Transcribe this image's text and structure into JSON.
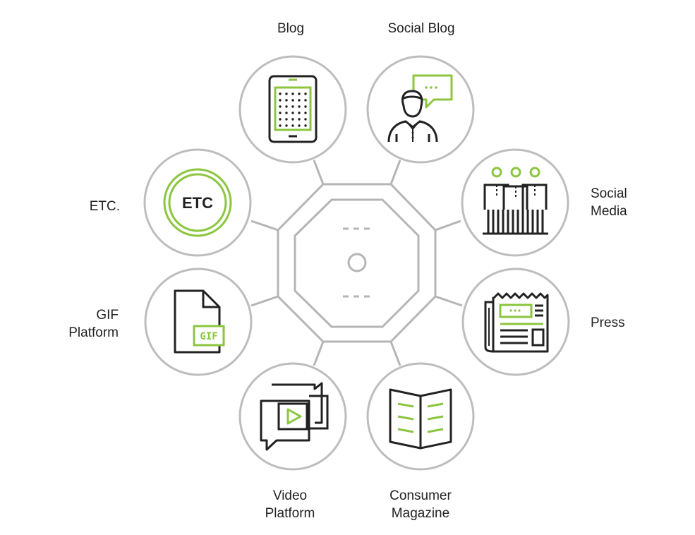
{
  "colors": {
    "ring": "#bdbdbd",
    "connector": "#b5b5b5",
    "icon_dark": "#222222",
    "icon_accent": "#8cc63f"
  },
  "nodes": [
    {
      "id": "blog",
      "label_lines": [
        "Blog"
      ],
      "icon": "tablet-icon"
    },
    {
      "id": "social-blog",
      "label_lines": [
        "Social Blog"
      ],
      "icon": "person-speech-bubble-icon"
    },
    {
      "id": "social-media",
      "label_lines": [
        "Social",
        "Media"
      ],
      "icon": "group-of-people-icon"
    },
    {
      "id": "press",
      "label_lines": [
        "Press"
      ],
      "icon": "newspaper-icon"
    },
    {
      "id": "consumer-magazine",
      "label_lines": [
        "Consumer",
        "Magazine"
      ],
      "icon": "open-magazine-icon"
    },
    {
      "id": "video-platform",
      "label_lines": [
        "Video",
        "Platform"
      ],
      "icon": "video-chat-bubbles-icon"
    },
    {
      "id": "gif-platform",
      "label_lines": [
        "GIF",
        "Platform"
      ],
      "icon": "gif-file-icon"
    },
    {
      "id": "etc",
      "label_lines": [
        "ETC."
      ],
      "icon": "etc-badge-icon",
      "icon_text": "ETC"
    }
  ],
  "icon_text": {
    "gif": "GIF",
    "etc": "ETC"
  }
}
